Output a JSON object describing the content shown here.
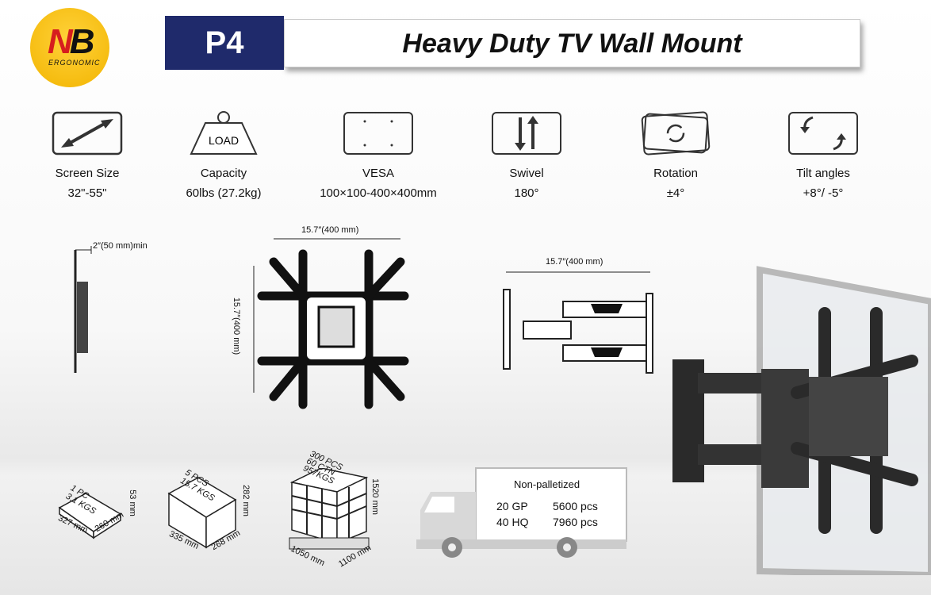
{
  "brand": {
    "logo_text": "NB",
    "logo_sub": "ERGONOMIC"
  },
  "header": {
    "code": "P4",
    "title": "Heavy Duty TV Wall  Mount"
  },
  "specs": [
    {
      "icon": "diagonal-arrow-icon",
      "label": "Screen Size",
      "value": "32\"-55\""
    },
    {
      "icon": "weight-load-icon",
      "icon_text": "LOAD",
      "label": "Capacity",
      "value": "60lbs (27.2kg)"
    },
    {
      "icon": "vesa-holes-icon",
      "label": "VESA",
      "value": "100×100-400×400mm"
    },
    {
      "icon": "swivel-arrows-icon",
      "label": "Swivel",
      "value": "180°"
    },
    {
      "icon": "rotation-icon",
      "label": "Rotation",
      "value": "±4°"
    },
    {
      "icon": "tilt-icon",
      "label": "Tilt angles",
      "value": "+8°/  -5°"
    }
  ],
  "dimensions": {
    "wall_gap": "2″(50 mm)min",
    "plate_width": "15.7″(400 mm)",
    "plate_height": "15.7″(400 mm)",
    "arm_width": "15.7″(400 mm)"
  },
  "packaging": [
    {
      "line1": "1 PC",
      "line2": "3.1 KGS",
      "l": "327 mm",
      "w": "260 mm",
      "h": "53 mm"
    },
    {
      "line1": "5 PCS",
      "line2": "15.7 KGS",
      "l": "335 mm",
      "w": "268 mm",
      "h": "282 mm"
    },
    {
      "line1": "300 PCS",
      "line2": "60 CTN",
      "line3": "957KGS",
      "l": "1050 mm",
      "w": "1100 mm",
      "h": "1520 mm"
    }
  ],
  "shipping": {
    "title": "Non-palletized",
    "rows": [
      {
        "container": "20 GP",
        "qty": "5600 pcs"
      },
      {
        "container": "40 HQ",
        "qty": "7960 pcs"
      }
    ]
  }
}
